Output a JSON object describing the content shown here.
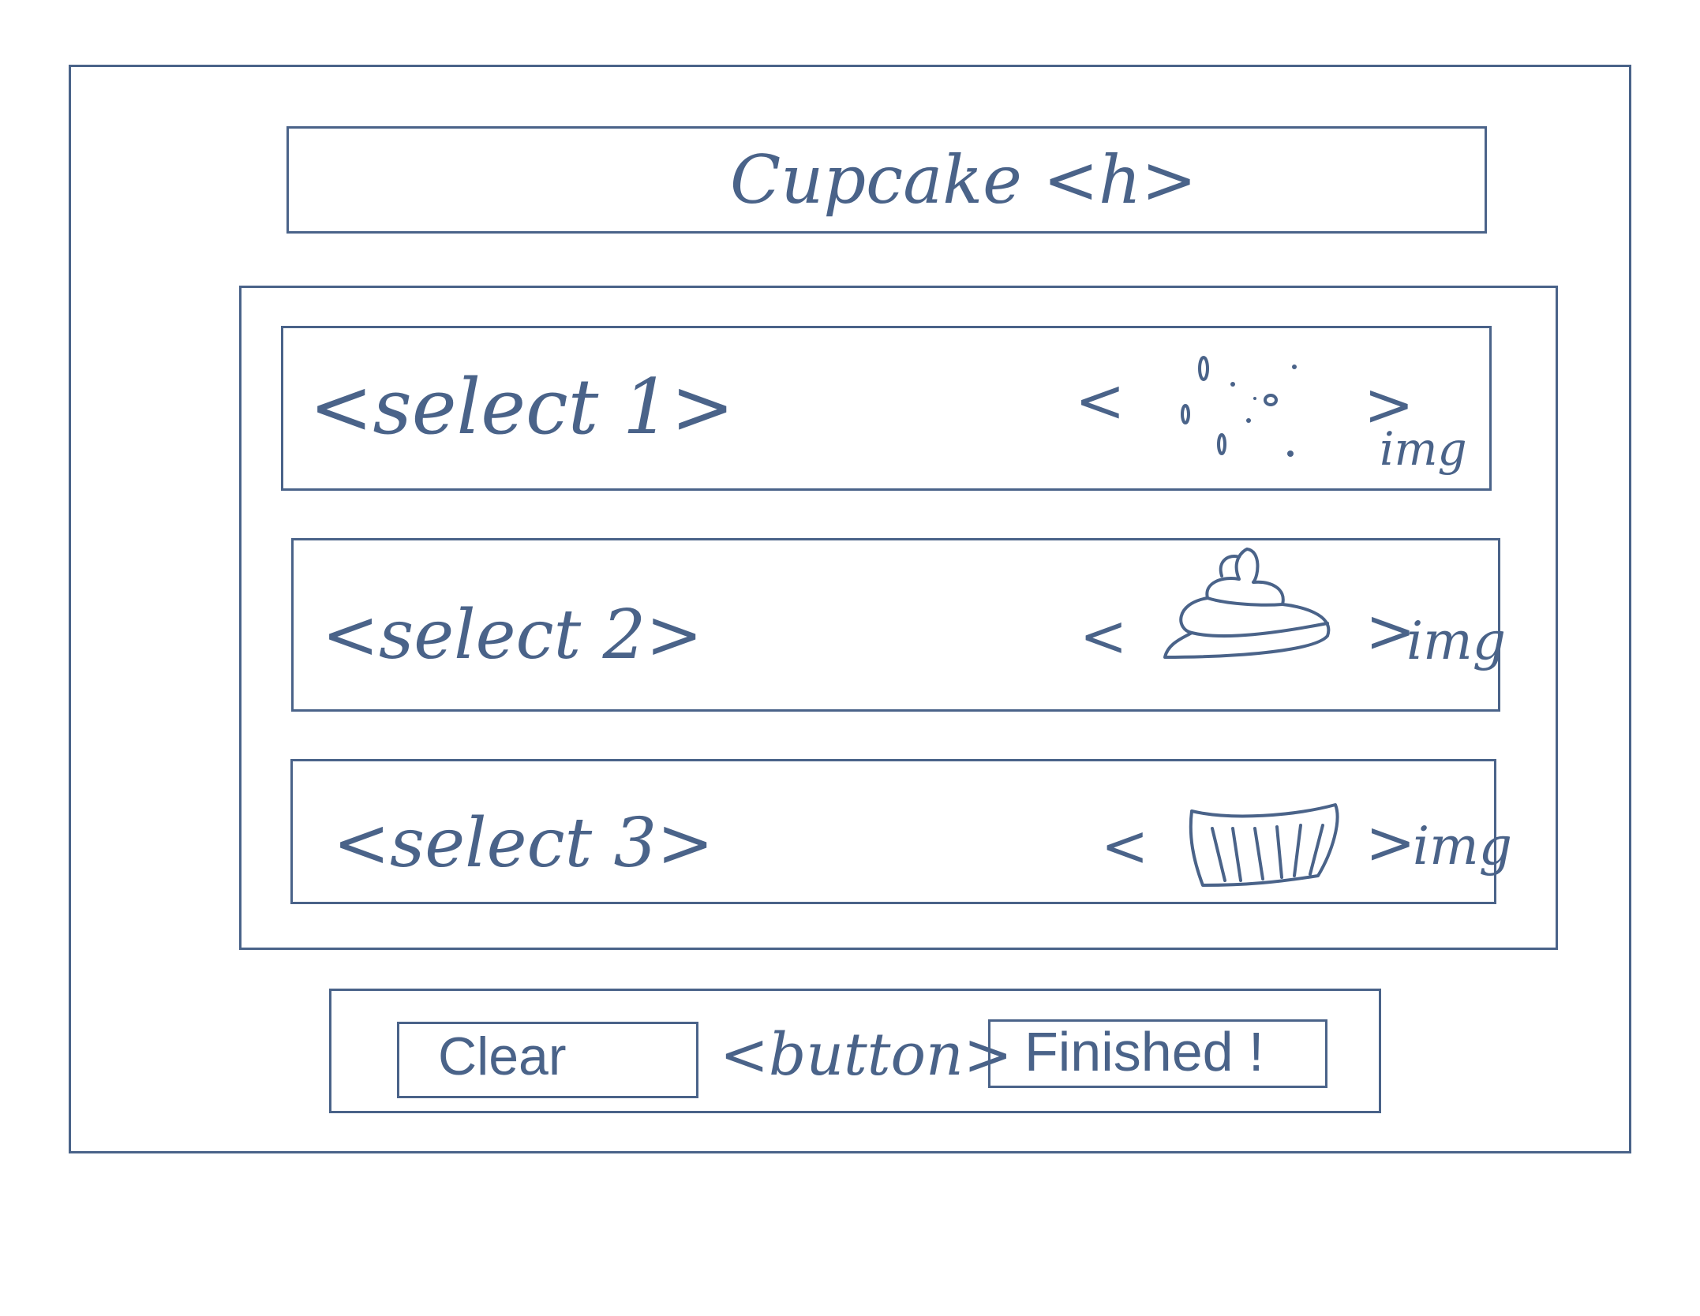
{
  "header": {
    "title": "Cupcake <h>"
  },
  "selects": [
    {
      "label": "<select 1>",
      "img_open": "<",
      "img_close": ">",
      "img_label": "img",
      "icon": "sprinkles-icon"
    },
    {
      "label": "<select 2>",
      "img_open": "<",
      "img_close": ">",
      "img_label": "img",
      "icon": "frosting-icon"
    },
    {
      "label": "<select 3>",
      "img_open": "<",
      "img_close": ">",
      "img_label": "img",
      "icon": "cupcake-liner-icon"
    }
  ],
  "buttons": {
    "clear_label": "Clear",
    "group_label": "<button>",
    "finished_label": "Finished !"
  },
  "colors": {
    "ink": "#4a6389",
    "background": "#ffffff"
  }
}
